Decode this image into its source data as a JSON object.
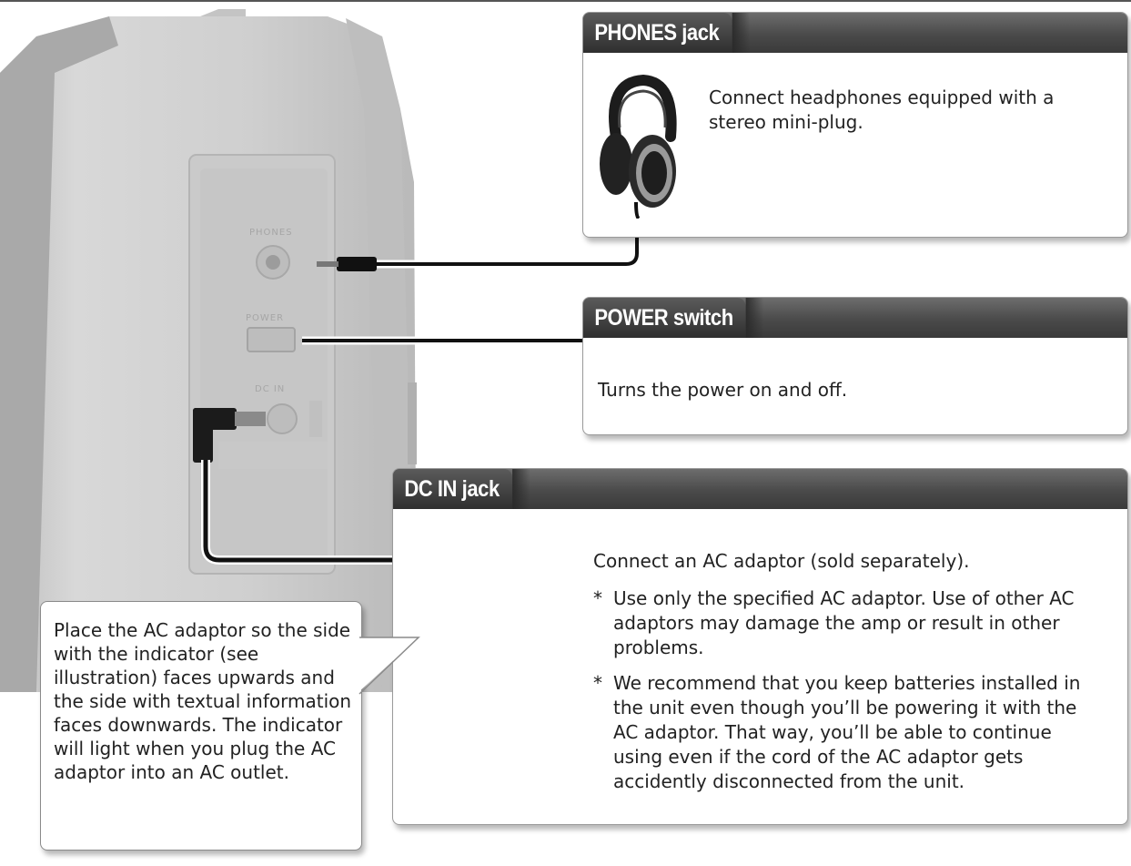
{
  "phones": {
    "title": "PHONES jack",
    "text": "Connect headphones equipped with a stereo mini-plug."
  },
  "power": {
    "title": "POWER switch",
    "text": "Turns the power on and off."
  },
  "dcin": {
    "title": "DC IN jack",
    "main": "Connect an AC adaptor (sold separately).",
    "notes": [
      "Use only the specified AC adaptor. Use of other AC adaptors may damage the amp or result in other problems.",
      "We recommend that you keep batteries installed in the unit even though you’ll be powering it with the AC adaptor. That way, you’ll be able to continue using even if the cord of the AC adaptor gets accidently disconnected from the unit."
    ],
    "note_marker": "*"
  },
  "adaptor_note": "Place the AC adaptor so the side with the indicator (see illustration) faces upwards and the side with textual information faces downwards. The indicator will light when you plug the AC adaptor into an AC outlet.",
  "panel_labels": {
    "phones": "PHONES",
    "power": "POWER",
    "dcin": "DC IN"
  },
  "colors": {
    "header_dark": "#3a3a3a",
    "amp_gray": "#d2d2d2",
    "border": "#9a9a9a"
  },
  "icons": [
    "amp-unit-illustration",
    "headphones-icon",
    "phone-plug-icon",
    "dc-plug-icon",
    "ac-adaptor-icon",
    "wall-outlet-icon"
  ]
}
